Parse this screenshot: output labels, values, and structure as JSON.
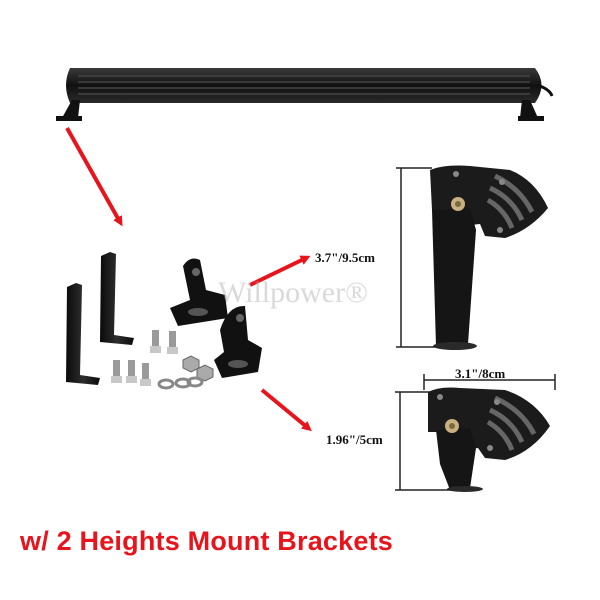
{
  "product": {
    "watermark": "Willpower®",
    "caption": "w/ 2 Heights Mount Brackets",
    "caption_color": "#e8141c",
    "arrow_color": "#e8141c"
  },
  "dimensions": {
    "tall_bracket_height": "3.7\"/9.5cm",
    "short_bracket_width": "3.1\"/8cm",
    "short_bracket_height": "1.96\"/5cm"
  },
  "icons": [
    "light-bar-icon",
    "l-bracket-icon",
    "bolt-icon",
    "nut-icon",
    "washer-icon",
    "arrow-icon"
  ]
}
